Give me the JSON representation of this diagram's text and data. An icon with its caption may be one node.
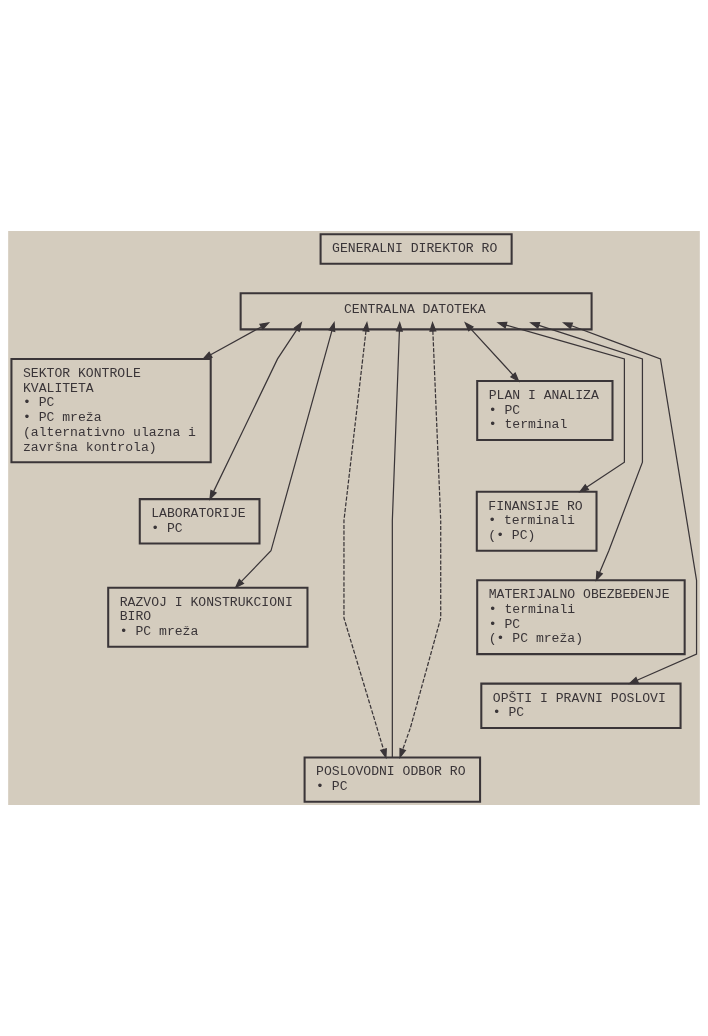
{
  "diagram": {
    "nodes": [
      {
        "text": [
          "GENERALNI DIREKTOR RO"
        ]
      },
      {
        "text": [
          "CENTRALNA DATOTEKA"
        ]
      },
      {
        "text": [
          "SEKTOR KONTROLE KVALITETA",
          "• PC",
          "• PC mreža",
          "(alternativno ulazna i završna kontrola)"
        ]
      },
      {
        "text": [
          "LABORATORIJE",
          "• PC"
        ]
      },
      {
        "text": [
          "RAZVOJ I KONSTRUKCIONI BIRO",
          "• PC mreža"
        ]
      },
      {
        "text": [
          "PLAN I ANALIZA",
          "• PC",
          "• terminal"
        ]
      },
      {
        "text": [
          "FINANSIJE RO",
          "• terminali",
          "(• PC)"
        ]
      },
      {
        "text": [
          "MATERIJALNO OBEZBEĐENJE",
          "• terminali",
          "• PC",
          "(• PC mreža)"
        ]
      },
      {
        "text": [
          "OPŠTI I PRAVNI POSLOVI",
          "• PC"
        ]
      },
      {
        "text": [
          "POSLOVODNI ODBOR RO",
          "• PC"
        ]
      }
    ],
    "edges": [
      {
        "from": 1,
        "to": 2,
        "arrow": "both"
      },
      {
        "from": 1,
        "to": 3,
        "arrow": "both"
      },
      {
        "from": 1,
        "to": 4,
        "arrow": "both"
      },
      {
        "from": 1,
        "to": 5,
        "arrow": "both"
      },
      {
        "from": 1,
        "to": 6,
        "arrow": "both"
      },
      {
        "from": 1,
        "to": 7,
        "arrow": "both"
      },
      {
        "from": 1,
        "to": 8,
        "arrow": "both"
      },
      {
        "from": 9,
        "to": 1,
        "arrow": "to"
      },
      {
        "from": 1,
        "to": 9,
        "arrow": "both",
        "style": "dashed"
      },
      {
        "from": 1,
        "to": 9,
        "arrow": "both",
        "style": "dashed"
      }
    ]
  }
}
